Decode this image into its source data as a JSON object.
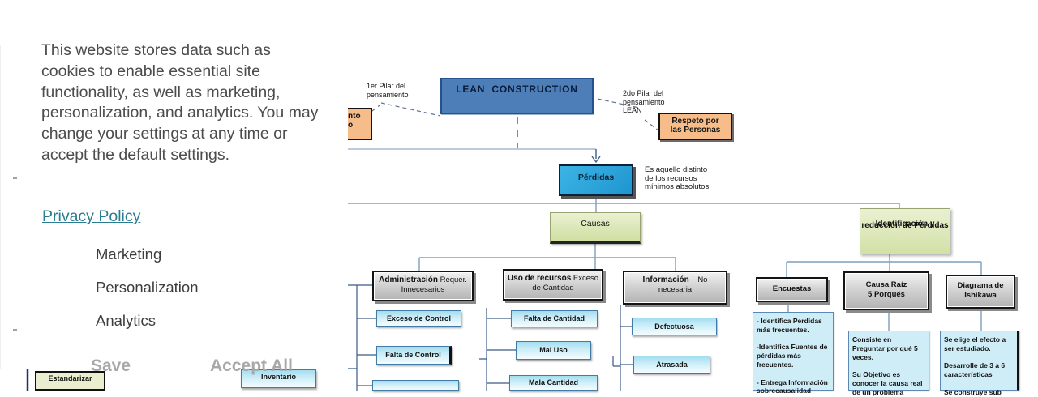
{
  "cookie_banner": {
    "message": "This website stores data such as cookies to enable essential site functionality, as well as marketing, personalization, and analytics. You may change your settings at any time or accept the default settings.",
    "privacy_policy_label": "Privacy Policy",
    "options": {
      "marketing": "Marketing",
      "personalization": "Personalization",
      "analytics": "Analytics"
    },
    "save_label": "Save",
    "accept_all_label": "Accept All"
  },
  "diagram": {
    "nodes": {
      "lean": {
        "label": "LEAN  CONSTRUCTION"
      },
      "pillar1_partial": {
        "label": "nto\no"
      },
      "respeto": {
        "label": "Respeto por\nlas Personas"
      },
      "perdidas": {
        "label": "Pérdidas"
      },
      "causas": {
        "label": "Causas"
      },
      "identificacion": {
        "line1": "Identificación y",
        "line2": "reducción de Pérdidas"
      },
      "admin": {
        "bold": "Administración",
        "rest": " Requer.\nInnecesarios"
      },
      "uso": {
        "bold": "Uso de recursos",
        "rest": " Exceso\nde Cantidad"
      },
      "info": {
        "bold": "Información",
        "rest": "    No\nnecesaria"
      },
      "encuestas": {
        "label": "Encuestas"
      },
      "causa_raiz": {
        "label": "Causa Raíz\n5 Porqués"
      },
      "ishikawa": {
        "label": "Diagrama de\nIshikawa"
      },
      "exceso_control": {
        "label": "Exceso de Control"
      },
      "falta_control": {
        "label": "Falta de Control"
      },
      "falta_cantidad": {
        "label": "Falta de Cantidad"
      },
      "mal_uso": {
        "label": "Mal Uso"
      },
      "mala_cantidad": {
        "label": "Mala Cantidad"
      },
      "defectuosa": {
        "label": "Defectuosa"
      },
      "atrasada": {
        "label": "Atrasada"
      },
      "tb_encuestas": {
        "label": "- Identifica Perdidas\nmás frecuentes.\n\n-Identifica Fuentes de\npérdidas más\nfrecuentes.\n\n- Entrega Información\nsobrecausalidad"
      },
      "tb_porques": {
        "label": "Consiste en\nPreguntar por qué 5\nveces.\n\nSu Objetivo es\nconocer la causa real\nde un problema"
      },
      "tb_ishikawa": {
        "label": "Se elige el efecto a\nser estudiado.\n\nDesarrolle de 3 a 6\ncaracterísticas\n\nSe construye sub"
      },
      "estandarizar": {
        "label": "Estandarizar"
      },
      "inventario": {
        "label": "Inventario"
      }
    },
    "labels": {
      "pilar1": "1er Pilar del\npensamiento",
      "pilar2": "2do Pilar del\npensamiento\nLEAN",
      "perdidas_note": "Es aquello distinto\nde los recursos\nmínimos absolutos"
    },
    "colors": {
      "lean_fill": "#4d7eb8",
      "orange_fill": "#f6bd8a",
      "cyan_fill": "#2fa8dc",
      "green_fill": "#dce8b4",
      "gray_fill": "#c9c9c9",
      "lightblue_fill": "#cdeef8",
      "connector": "#7f9dbd",
      "connector_dark": "#3a5a86"
    }
  }
}
